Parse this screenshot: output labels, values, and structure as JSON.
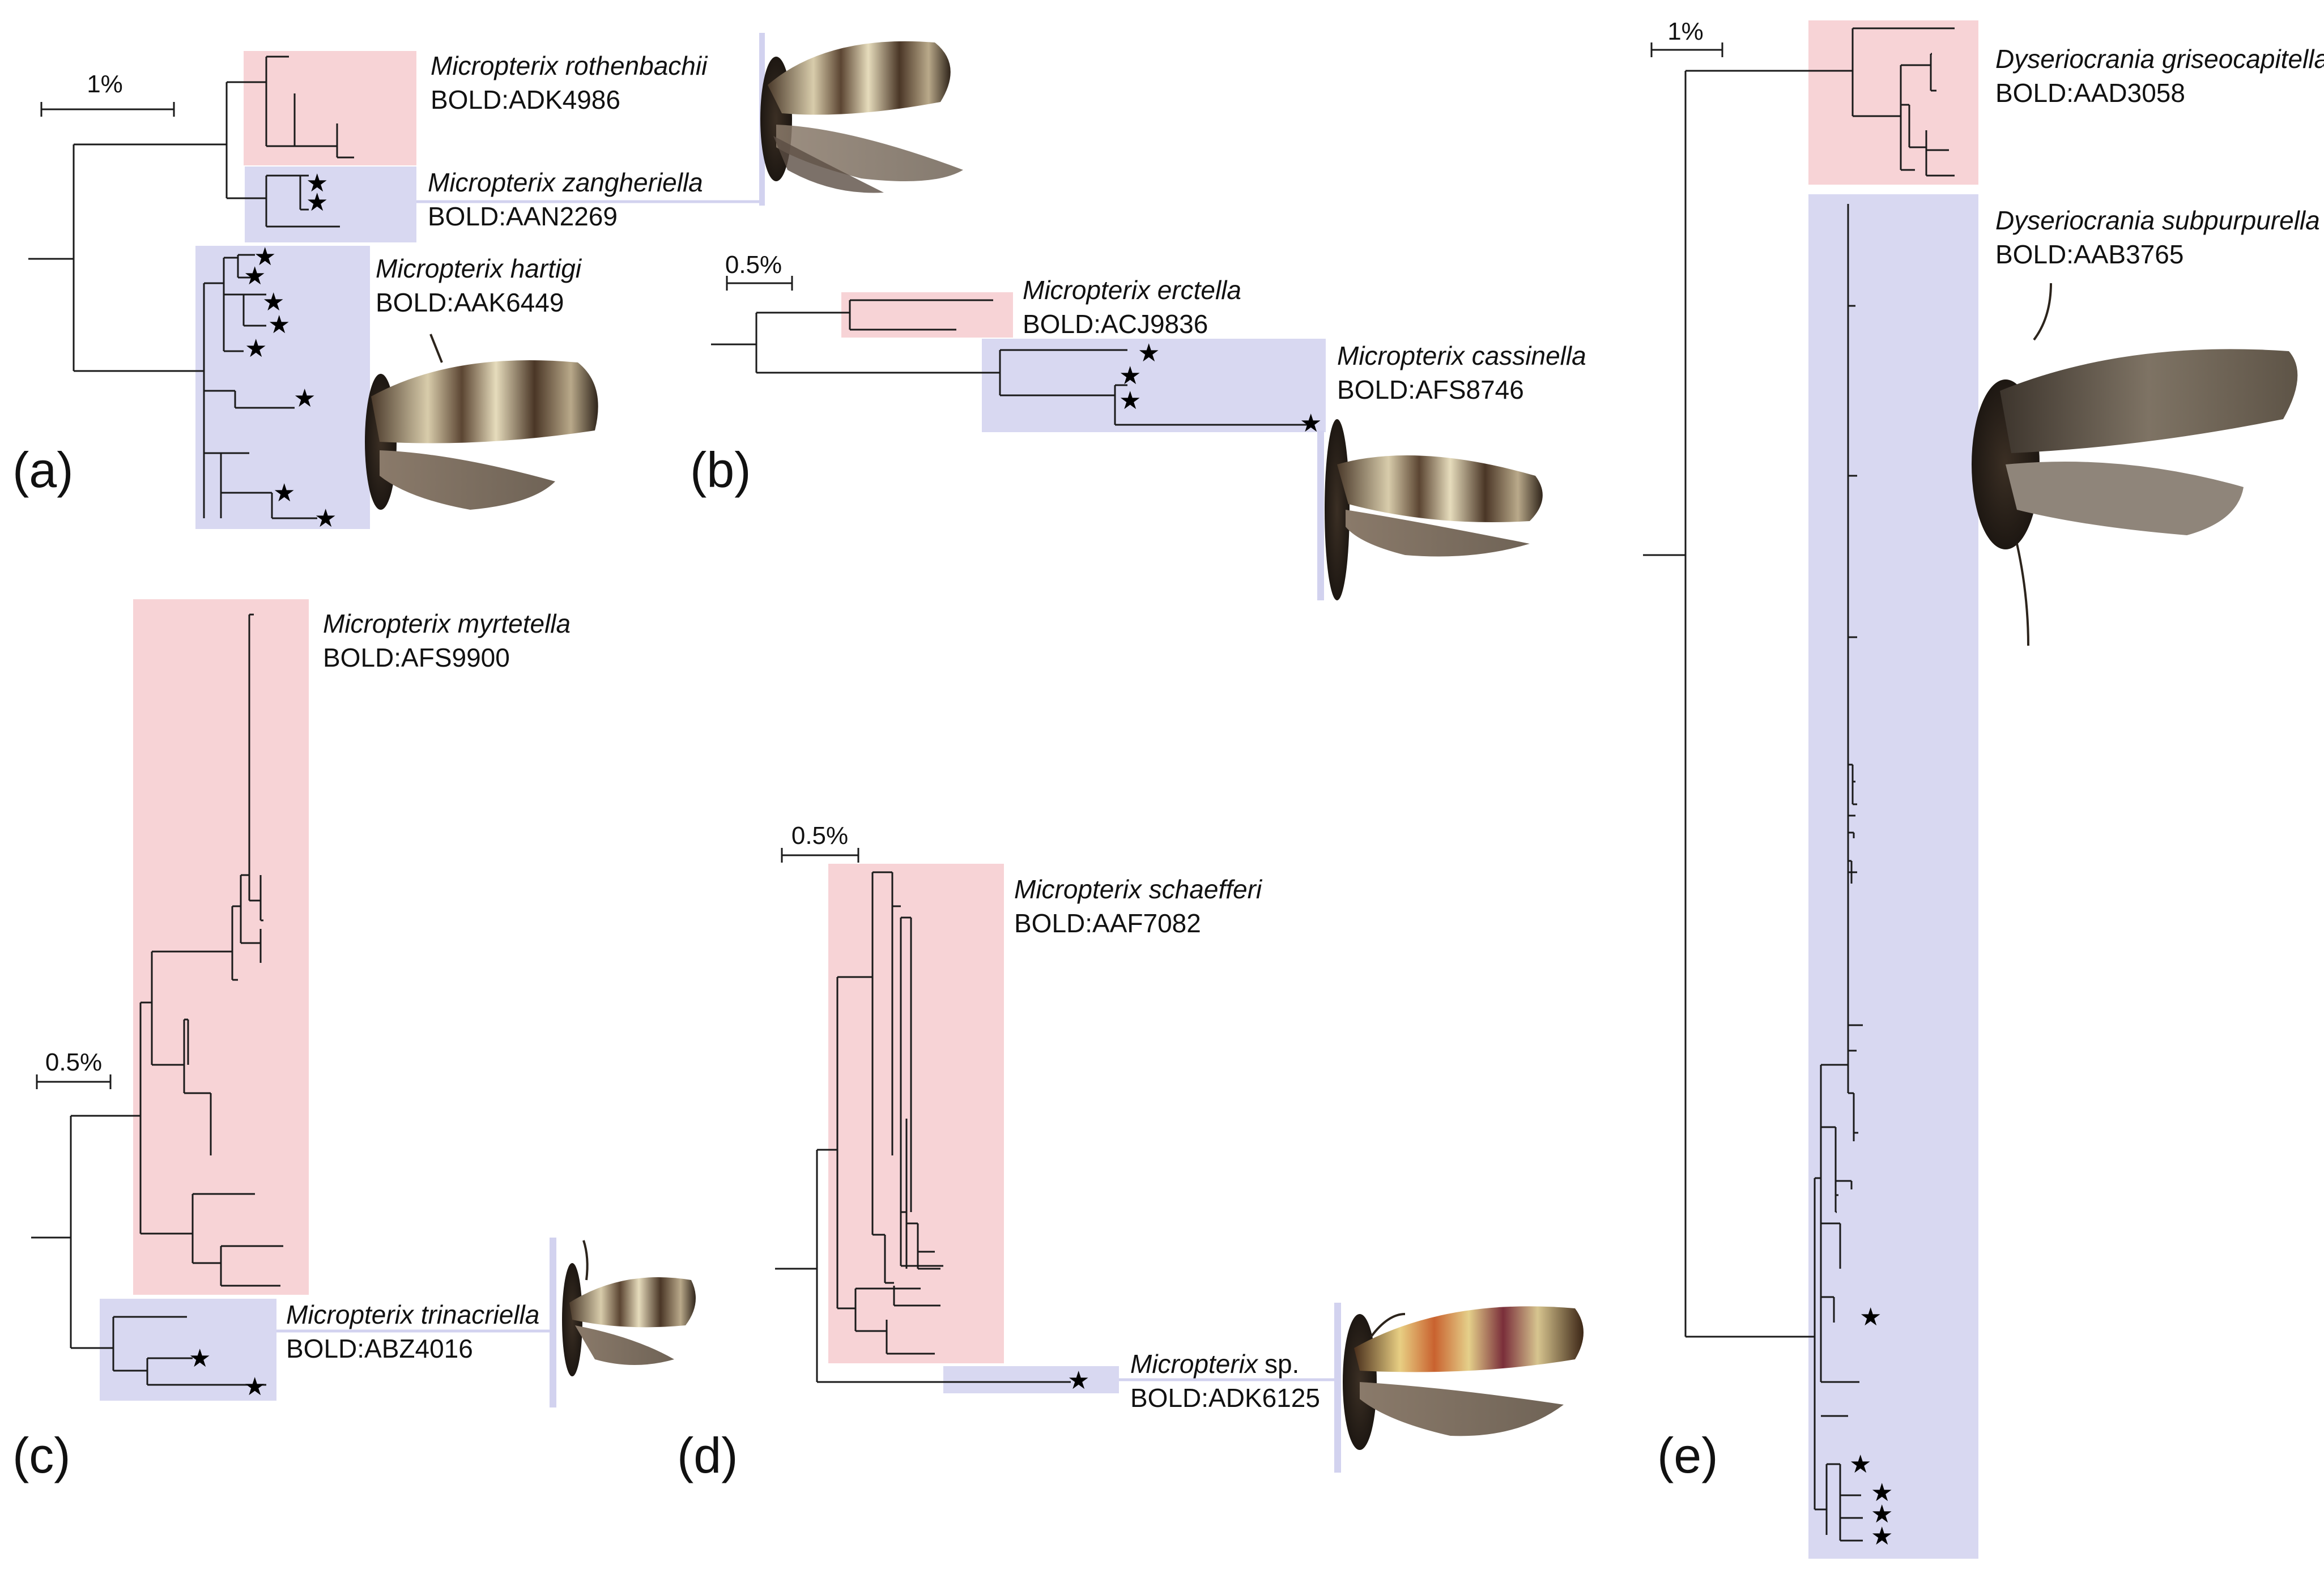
{
  "colors": {
    "pink_box": "#f7d3d6",
    "blue_box": "#d8d8f1",
    "connector": "#d2d2ef",
    "line": "#1a1a1a"
  },
  "panels": {
    "a": {
      "label": "(a)",
      "scale": "1%",
      "clades": [
        {
          "species": "Micropterix rothenbachii",
          "bold": "BOLD:ADK4986"
        },
        {
          "species": "Micropterix zangheriella",
          "bold": "BOLD:AAN2269"
        },
        {
          "species": "Micropterix hartigi",
          "bold": "BOLD:AAK6449"
        }
      ]
    },
    "b": {
      "label": "(b)",
      "scale": "0.5%",
      "clades": [
        {
          "species": "Micropterix erctella",
          "bold": "BOLD:ACJ9836"
        },
        {
          "species": "Micropterix cassinella",
          "bold": "BOLD:AFS8746"
        }
      ]
    },
    "c": {
      "label": "(c)",
      "scale": "0.5%",
      "clades": [
        {
          "species": "Micropterix myrtetella",
          "bold": "BOLD:AFS9900"
        },
        {
          "species": "Micropterix trinacriella",
          "bold": "BOLD:ABZ4016"
        }
      ]
    },
    "d": {
      "label": "(d)",
      "scale": "0.5%",
      "clades": [
        {
          "species": "Micropterix schaefferi",
          "bold": "BOLD:AAF7082"
        },
        {
          "species": "Micropterix",
          "species_suffix": "sp.",
          "bold": "BOLD:ADK6125"
        }
      ]
    },
    "e": {
      "label": "(e)",
      "scale": "1%",
      "clades": [
        {
          "species": "Dyseriocrania griseocapitella",
          "bold": "BOLD:AAD3058"
        },
        {
          "species": "Dyseriocrania subpurpurella",
          "bold": "BOLD:AAB3765"
        }
      ]
    }
  },
  "icons": {
    "star": "★",
    "moth": "moth-photo"
  }
}
